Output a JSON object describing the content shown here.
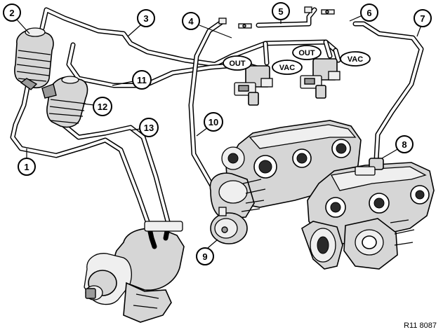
{
  "callouts": [
    "1",
    "2",
    "3",
    "4",
    "5",
    "6",
    "7",
    "8",
    "9",
    "10",
    "11",
    "12",
    "13"
  ],
  "port_labels": {
    "left_out": "OUT",
    "left_vac": "VAC",
    "right_out": "OUT",
    "right_vac": "VAC"
  },
  "reference": "R11 8087"
}
